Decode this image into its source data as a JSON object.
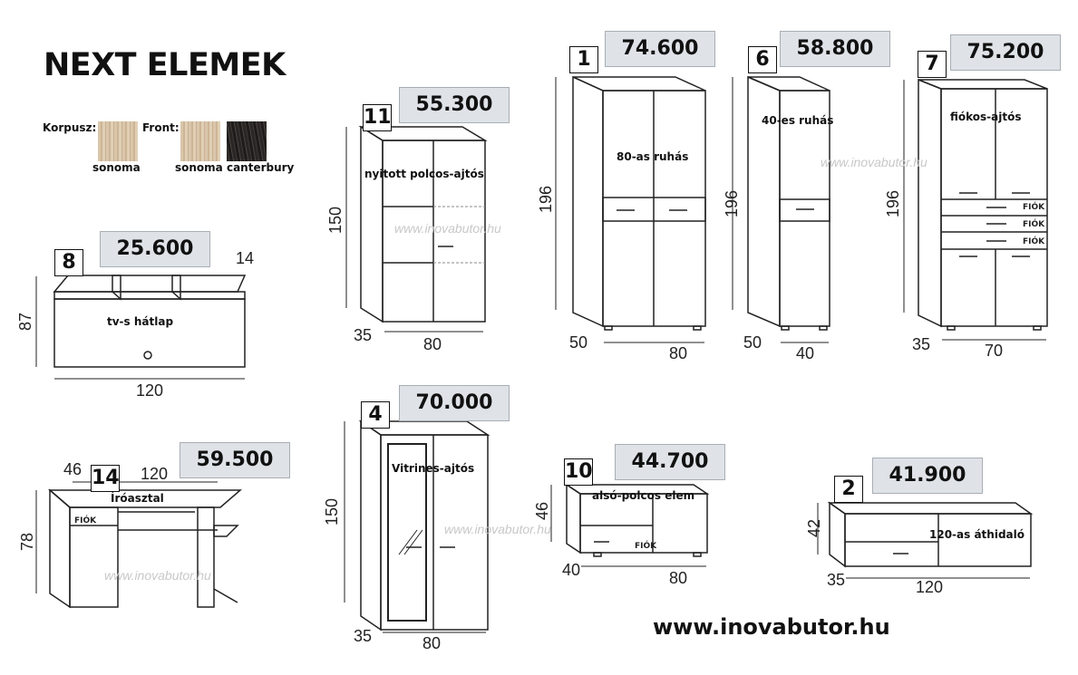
{
  "title": "NEXT ELEMEK",
  "materials": {
    "korpusz_label": "Korpusz:",
    "front_label": "Front:",
    "korpusz_swatch": "sonoma",
    "front_swatches": "sonoma canterbury",
    "colors": {
      "sonoma": "#d6c2a6",
      "canterbury": "#2e2a28"
    }
  },
  "items": {
    "i11": {
      "num": "11",
      "price": "55.300",
      "label": "nyitott polcos-ajtós",
      "height": "150",
      "depth": "35",
      "width": "80"
    },
    "i1": {
      "num": "1",
      "price": "74.600",
      "label": "80-as ruhás",
      "height": "196",
      "depth": "50",
      "width": "80"
    },
    "i6": {
      "num": "6",
      "price": "58.800",
      "label": "40-es ruhás",
      "height": "196",
      "depth": "50",
      "width": "40"
    },
    "i7": {
      "num": "7",
      "price": "75.200",
      "label": "fiókos-ajtós",
      "height": "196",
      "depth": "35",
      "width": "70",
      "drawer": "FIÓK"
    },
    "i8": {
      "num": "8",
      "price": "25.600",
      "label": "tv-s hátlap",
      "height": "87",
      "depth": "14",
      "width": "120"
    },
    "i14": {
      "num": "14",
      "price": "59.500",
      "label": "Íróasztal",
      "height": "78",
      "depth": "46",
      "width": "120",
      "drawer": "FIÓK"
    },
    "i4": {
      "num": "4",
      "price": "70.000",
      "label": "Vitrines-ajtós",
      "height": "150",
      "depth": "35",
      "width": "80"
    },
    "i10": {
      "num": "10",
      "price": "44.700",
      "label": "alsó-polcos elem",
      "height": "46",
      "depth": "40",
      "width": "80",
      "drawer": "FIÓK"
    },
    "i2": {
      "num": "2",
      "price": "41.900",
      "label": "120-as áthidaló",
      "height": "42",
      "depth": "35",
      "width": "120"
    }
  },
  "watermark": "www.inovabutor.hu",
  "footer": "www.inovabutor.hu"
}
